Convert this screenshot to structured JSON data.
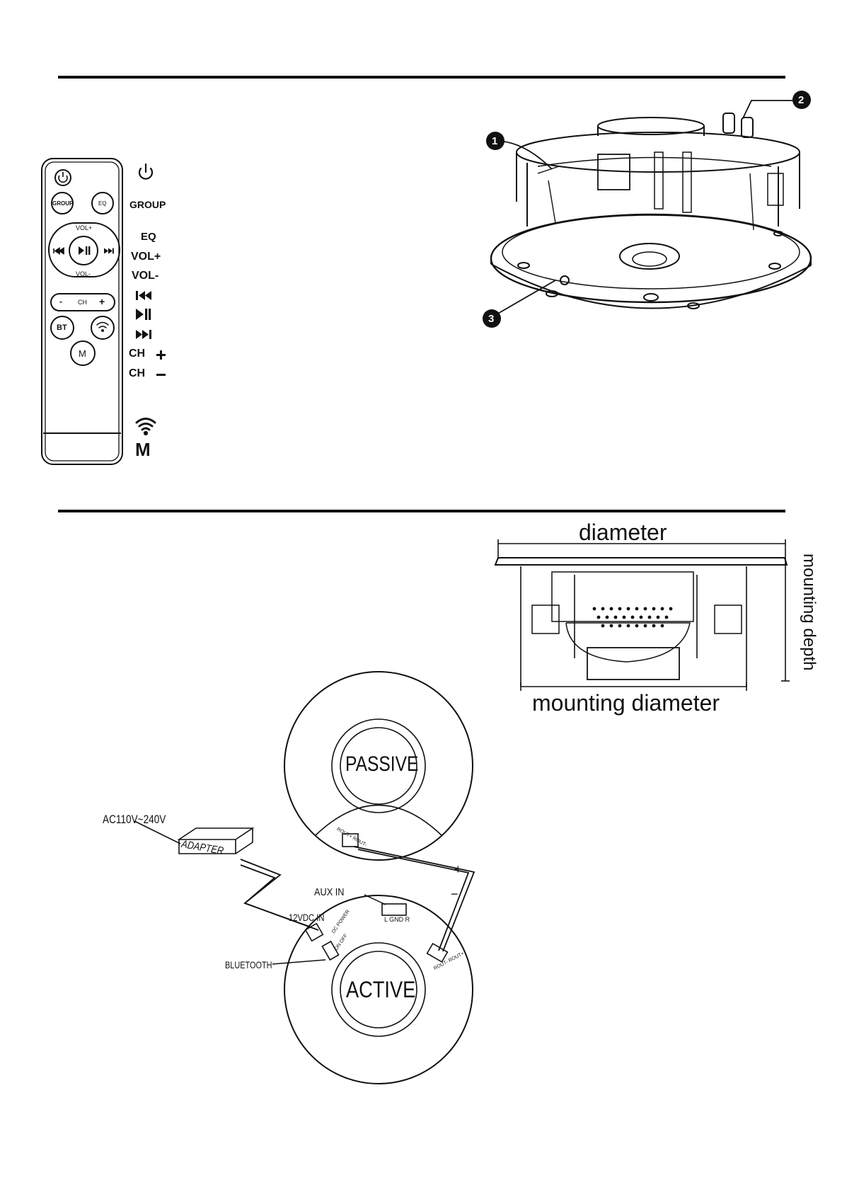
{
  "remote": {
    "buttons": {
      "group": "GROUP",
      "eq": "EQ",
      "vol_up": "VOL+",
      "vol_down": "VOL-",
      "ch": "CH",
      "ch_minus": "-",
      "ch_plus": "+",
      "bt": "BT",
      "m": "M"
    },
    "legend": {
      "group": "GROUP",
      "eq": "EQ",
      "vol_up": "VOL+",
      "vol_down": "VOL-",
      "ch_plus": "CH",
      "ch_minus": "CH",
      "m": "M"
    },
    "icons": [
      "power-icon",
      "prev-track-icon",
      "play-pause-icon",
      "next-track-icon",
      "wifi-icon"
    ]
  },
  "speaker_callouts": [
    "1",
    "2",
    "3"
  ],
  "dimensions": {
    "diameter": "diameter",
    "mounting_depth": "mounting depth",
    "mounting_diameter": "mounting diameter"
  },
  "wiring": {
    "passive": "PASSIVE",
    "active": "ACTIVE",
    "ac_input": "AC110V~240V",
    "adapter": "ADAPTER",
    "aux_in": "AUX IN",
    "dc_in": "12VDC IN",
    "bluetooth": "BLUETOOTH",
    "plus": "+",
    "minus": "−",
    "passive_terminal": "ROUT+ ROUT-",
    "active_terminal": "ROUT- ROUT+",
    "aux_terminal": "L GND R",
    "dc_terminal": "DC POWER",
    "switch": "ON OFF"
  }
}
